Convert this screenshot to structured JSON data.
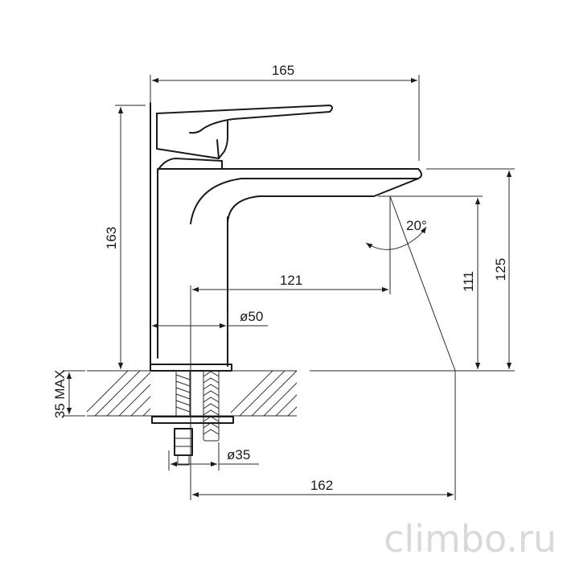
{
  "dimensions": {
    "total_width": "165",
    "total_height": "163",
    "spout_height": "125",
    "aerator_height": "111",
    "spout_reach": "121",
    "base_diameter": "ø50",
    "tail_diameter": "ø35",
    "worktop_thickness": "35 MAX",
    "swing_angle": "20°",
    "swing_reach": "162"
  },
  "watermark": "climbo.ru"
}
